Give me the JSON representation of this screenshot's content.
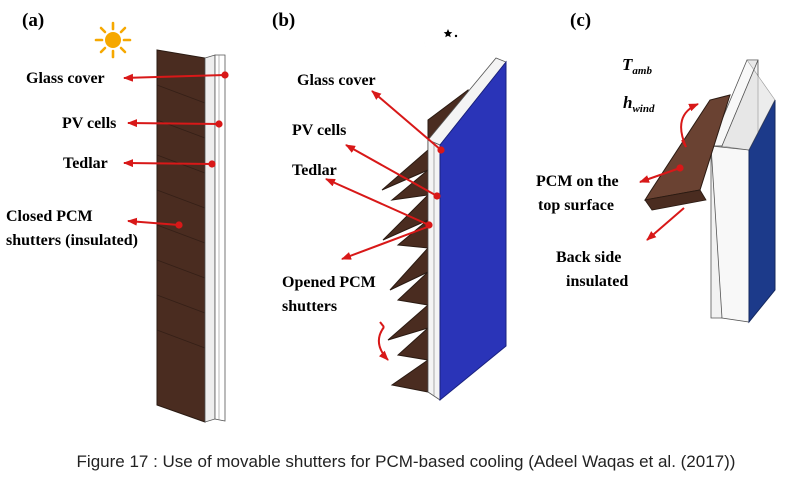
{
  "panels": {
    "a": {
      "label": "(a)",
      "glass_cover": "Glass cover",
      "pv_cells": "PV cells",
      "tedlar": "Tedlar",
      "closed_line1": "Closed PCM",
      "closed_line2": "shutters (insulated)"
    },
    "b": {
      "label": "(b)",
      "glass_cover": "Glass cover",
      "pv_cells": "PV cells",
      "tedlar": "Tedlar",
      "opened_line1": "Opened PCM",
      "opened_line2": "shutters"
    },
    "c": {
      "label": "(c)",
      "t_amb_main": "T",
      "t_amb_sub": "amb",
      "h_wind_main": "h",
      "h_wind_sub": "wind",
      "pcm_line1": "PCM on the",
      "pcm_line2": "top surface",
      "back_line1": "Back side",
      "back_line2": "insulated"
    }
  },
  "caption": "Figure 17 : Use of movable shutters for PCM-based cooling (Adeel Waqas et al. (2017))",
  "colors": {
    "pcm_brown": "#4a2c20",
    "glass_white": "#f4f4f4",
    "pv_blue": "#2a34b8",
    "arrow_red": "#d81818",
    "sun": "#f6a800"
  },
  "icons": {
    "sun": "sun-icon",
    "moon": "moon-icon"
  }
}
